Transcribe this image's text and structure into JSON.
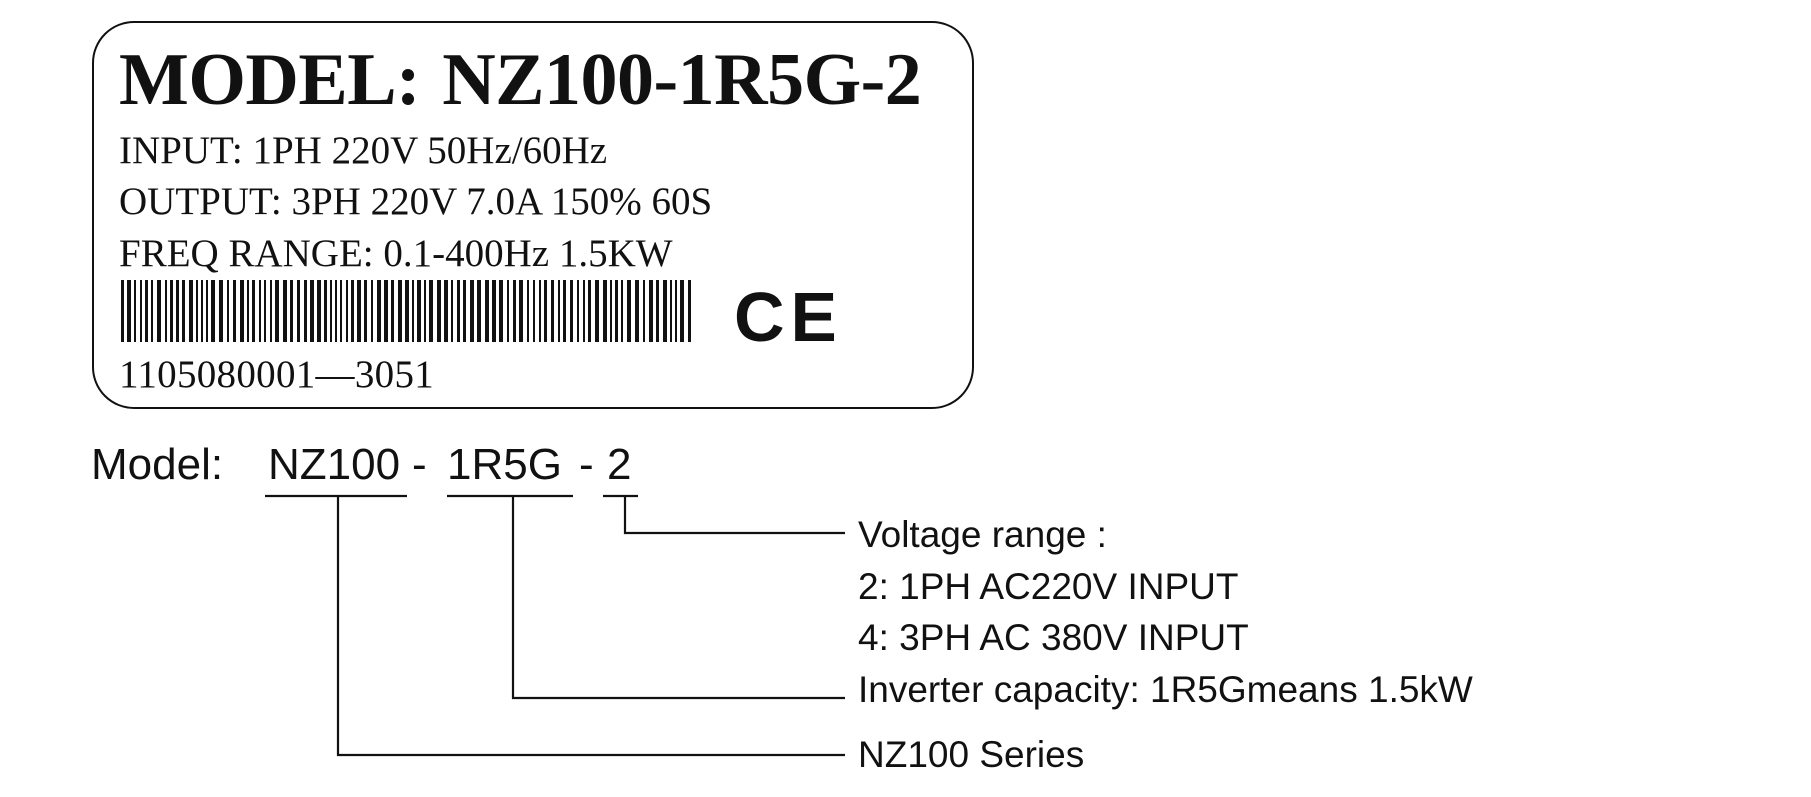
{
  "nameplate": {
    "model_title": [
      "MODEL:",
      "NZ100-1R5G-2"
    ],
    "input_line": "INPUT: 1PH 220V 50Hz/60Hz",
    "output_line": "OUTPUT: 3PH 220V 7.0A 150% 60S",
    "freq_line": "FREQ RANGE: 0.1-400Hz  1.5KW",
    "ce_mark": "CE",
    "serial": "1105080001—3051"
  },
  "code_breakdown": {
    "label": "Model:",
    "segments": [
      "NZ100",
      "1R5G",
      "2"
    ],
    "separator": "-",
    "descriptions": {
      "voltage_heading": "Voltage range :",
      "voltage_2": "2: 1PH AC220V INPUT",
      "voltage_4": "4: 3PH AC 380V INPUT",
      "capacity": "Inverter capacity: 1R5Gmeans 1.5kW",
      "series": "NZ100 Series"
    }
  }
}
